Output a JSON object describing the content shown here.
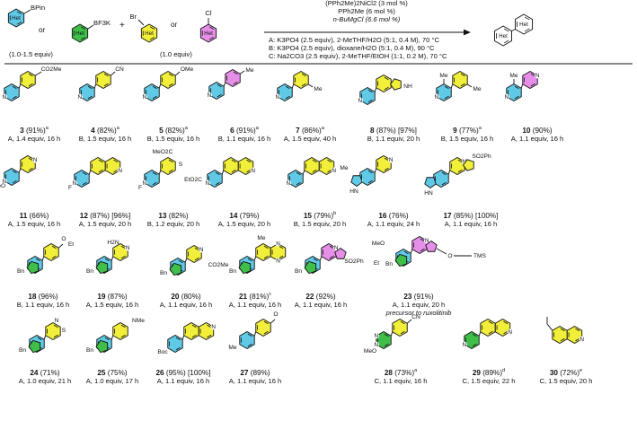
{
  "header": {
    "boronic_acid_label": "BPin",
    "trifluoroborate_label": "BF3K",
    "or_label": "or",
    "plus_label": "+",
    "bromide_label": "Br",
    "chloride_label": "Cl",
    "het_label": "Het",
    "nucleophile_equiv": "(1.0-1.5 equiv)",
    "electrophile_equiv": "(1.0 equiv)",
    "catalyst_line_1": "(PPh2Me)2NiCl2 (3 mol %)",
    "catalyst_line_2": "PPh2Me (6 mol %)",
    "catalyst_line_3": "n-BuMgCl (6.6 mol %)",
    "condition_a": "A: K3PO4 (2.5 equiv), 2-MeTHF/H2O (5:1, 0.4 M), 70 °C",
    "condition_b": "B: K3PO4 (2.5 equiv), dioxane/H2O (5:1, 0.4 M), 90 °C",
    "condition_c": "C: Na2CO3 (2.5 equiv), 2-MeTHF/EtOH (1:1, 0.2 M), 70 °C"
  },
  "substituent_labels": {
    "co2me": "CO2Me",
    "cn": "CN",
    "ome": "OMe",
    "me": "Me",
    "nh": "NH",
    "hn": "HN",
    "n": "N",
    "o": "O",
    "f": "F",
    "s": "S",
    "meo": "MeO",
    "et": "Et",
    "bn": "Bn",
    "boc": "Boc",
    "nme": "NMe",
    "h2n": "H2N",
    "so2ph": "SO2Ph",
    "tms": "TMS",
    "eto2c": "EtO2C",
    "meo2c": "MeO2C"
  },
  "products": [
    {
      "num": "3",
      "yield": "(91%)",
      "note": "a",
      "extra": "",
      "cond": "A, 1.4 equiv, 16 h"
    },
    {
      "num": "4",
      "yield": "(82%)",
      "note": "a",
      "extra": "",
      "cond": "B, 1.5 equiv, 16 h"
    },
    {
      "num": "5",
      "yield": "(82%)",
      "note": "a",
      "extra": "",
      "cond": "B, 1.5 equiv, 16 h"
    },
    {
      "num": "6",
      "yield": "(91%)",
      "note": "a",
      "extra": "",
      "cond": "B, 1.1 equiv, 16 h"
    },
    {
      "num": "7",
      "yield": "(86%)",
      "note": "a",
      "extra": "",
      "cond": "A, 1.5 equiv, 40 h"
    },
    {
      "num": "8",
      "yield": "(87%)",
      "note": "",
      "extra": "[97%]",
      "cond": "B, 1.1 equiv, 20 h"
    },
    {
      "num": "9",
      "yield": "(77%)",
      "note": "a",
      "extra": "",
      "cond": "B, 1.5 equiv, 16 h"
    },
    {
      "num": "10",
      "yield": "(90%)",
      "note": "",
      "extra": "",
      "cond": "A, 1.1 equiv, 16 h"
    },
    {
      "num": "11",
      "yield": "(66%)",
      "note": "",
      "extra": "",
      "cond": "A, 1.5 equiv, 16 h"
    },
    {
      "num": "12",
      "yield": "(87%)",
      "note": "",
      "extra": "[96%]",
      "cond": "A, 1.5 equiv, 20 h"
    },
    {
      "num": "13",
      "yield": "(82%)",
      "note": "",
      "extra": "",
      "cond": "B, 1.2 equiv, 20 h"
    },
    {
      "num": "14",
      "yield": "(79%)",
      "note": "",
      "extra": "",
      "cond": "A, 1.5 equiv, 20 h"
    },
    {
      "num": "15",
      "yield": "(79%)",
      "note": "b",
      "extra": "",
      "cond": "B, 1.5 equiv, 20 h"
    },
    {
      "num": "16",
      "yield": "(76%)",
      "note": "",
      "extra": "",
      "cond": "A, 1.1 equiv, 24 h"
    },
    {
      "num": "17",
      "yield": "(85%)",
      "note": "",
      "extra": "[100%]",
      "cond": "A, 1.1 equiv, 16 h"
    },
    {
      "num": "18",
      "yield": "(96%)",
      "note": "",
      "extra": "",
      "cond": "B, 1.1 equiv, 16 h"
    },
    {
      "num": "19",
      "yield": "(87%)",
      "note": "",
      "extra": "",
      "cond": "A, 1.5 equiv, 16 h"
    },
    {
      "num": "20",
      "yield": "(80%)",
      "note": "",
      "extra": "",
      "cond": "A, 1.1 equiv, 16 h"
    },
    {
      "num": "21",
      "yield": "(81%)",
      "note": "c",
      "extra": "",
      "cond": "A, 1.1 equiv, 16 h"
    },
    {
      "num": "22",
      "yield": "(92%)",
      "note": "",
      "extra": "",
      "cond": "A, 1.1 equiv, 16 h"
    },
    {
      "num": "23",
      "yield": "(91%)",
      "note": "",
      "extra": "",
      "cond": "A, 1.1 equiv, 20 h",
      "sub": "precursor to ruxolitinib"
    },
    {
      "num": "24",
      "yield": "(71%)",
      "note": "",
      "extra": "",
      "cond": "A, 1.0 equiv, 21 h"
    },
    {
      "num": "25",
      "yield": "(75%)",
      "note": "",
      "extra": "",
      "cond": "A, 1.0 equiv, 17 h"
    },
    {
      "num": "26",
      "yield": "(95%)",
      "note": "",
      "extra": "[100%]",
      "cond": "A, 1.1 equiv, 16 h"
    },
    {
      "num": "27",
      "yield": "(89%)",
      "note": "",
      "extra": "",
      "cond": "A, 1.1 equiv, 16 h"
    },
    {
      "num": "28",
      "yield": "(73%)",
      "note": "a",
      "extra": "",
      "cond": "C, 1.1 equiv, 16 h"
    },
    {
      "num": "29",
      "yield": "(89%)",
      "note": "d",
      "extra": "",
      "cond": "C, 1.5 equiv, 22 h"
    },
    {
      "num": "30",
      "yield": "(72%)",
      "note": "e",
      "extra": "",
      "cond": "C, 1.5 equiv, 20 h"
    }
  ],
  "colors": {
    "nucleophile_ring": "#5fc9e6",
    "trifluoroborate_ring": "#3fbf4a",
    "bromide_ring": "#f2ef3a",
    "chloride_ring": "#e58fe8",
    "stroke": "#111111"
  }
}
